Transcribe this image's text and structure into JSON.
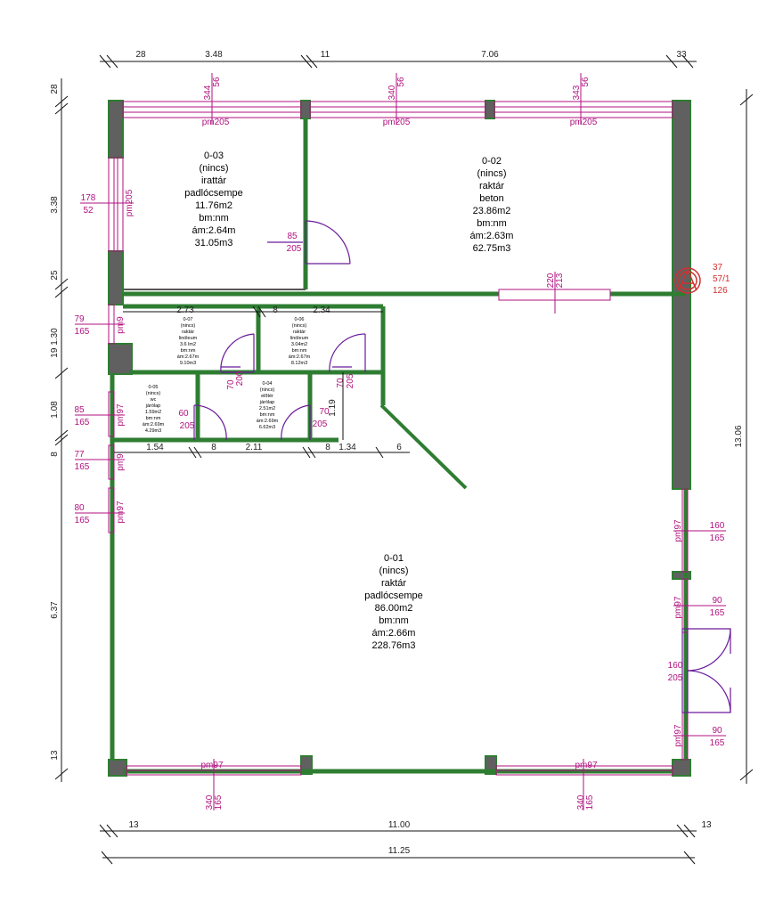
{
  "dims": {
    "top": [
      "28",
      "3.48",
      "11",
      "7.06",
      "33"
    ],
    "bottom_inner": [
      "13",
      "11.00",
      "13"
    ],
    "bottom_total": "11.25",
    "left": [
      "28",
      "3.38",
      "25",
      "19 1.30",
      "1.08",
      "8",
      "6.37",
      "13"
    ],
    "right": "13.06",
    "inner_row1": [
      "2.73",
      "8",
      "2.34"
    ],
    "inner_row2": [
      "1.54",
      "8",
      "2.11",
      "8",
      "1.34",
      "6"
    ],
    "door_side": "1.19"
  },
  "rooms": [
    {
      "id": "0-03",
      "lines": [
        "0-03",
        "(nincs)",
        "irattár",
        "padlócsempe",
        "11.76m2",
        "bm:nm",
        "ám:2.64m",
        "31.05m3"
      ]
    },
    {
      "id": "0-02",
      "lines": [
        "0-02",
        "(nincs)",
        "raktár",
        "beton",
        "23.86m2",
        "bm:nm",
        "ám:2.63m",
        "62.75m3"
      ]
    },
    {
      "id": "0-07",
      "lines": [
        "0-07",
        "(nincs)",
        "raktár",
        "linóleum",
        "3.6 lm2",
        "bm:nm",
        "ám:2.67m",
        "9.10m3"
      ]
    },
    {
      "id": "0-06",
      "lines": [
        "0-06",
        "(nincs)",
        "raktár",
        "linóleum",
        "3.04m2",
        "bm:nm",
        "ám:2.67m",
        "8.12m3"
      ]
    },
    {
      "id": "0-05",
      "lines": [
        "0-05",
        "(nincs)",
        "wc",
        "járólap",
        "1.59m2",
        "bm:nm",
        "ám:2.69m",
        "4.29m3"
      ]
    },
    {
      "id": "0-04",
      "lines": [
        "0-04",
        "(nincs)",
        "előtér",
        "járólap",
        "2.51m2",
        "bm:nm",
        "ám:2.69m",
        "6.62m3"
      ]
    },
    {
      "id": "0-01",
      "lines": [
        "0-01",
        "(nincs)",
        "raktár",
        "padlócsempe",
        "86.00m2",
        "bm:nm",
        "ám:2.66m",
        "228.76m3"
      ]
    }
  ],
  "windows": {
    "top": [
      {
        "w": "344",
        "h": "56",
        "pm": "pm205"
      },
      {
        "w": "340",
        "h": "56",
        "pm": "pm205"
      },
      {
        "w": "343",
        "h": "56",
        "pm": "pm205"
      }
    ],
    "left": [
      {
        "w": "178",
        "h": "52",
        "pm": "pm205"
      },
      {
        "w": "79",
        "h": "165",
        "pm": "pm9"
      },
      {
        "w": "85",
        "h": "165",
        "pm": "pm97"
      },
      {
        "w": "77",
        "h": "165",
        "pm": "pm9"
      },
      {
        "w": "80",
        "h": "165",
        "pm": "pm97"
      }
    ],
    "right": [
      {
        "w": "160",
        "h": "165",
        "pm": "pm97"
      },
      {
        "w": "90",
        "h": "165",
        "pm": "pm97"
      },
      {
        "w": "90",
        "h": "165",
        "pm": "pm97"
      }
    ],
    "bottom": [
      {
        "w": "340",
        "h": "165",
        "pm": "pm97"
      },
      {
        "w": "340",
        "h": "165",
        "pm": "pm97"
      }
    ]
  },
  "doors": [
    {
      "w": "85",
      "h": "205"
    },
    {
      "w": "220",
      "h": "213"
    },
    {
      "w": "70",
      "h": "200"
    },
    {
      "w": "70",
      "h": "205"
    },
    {
      "w": "60",
      "h": "205"
    },
    {
      "w": "70",
      "h": "205"
    },
    {
      "w": "160",
      "h": "205"
    }
  ],
  "chimney": [
    "37",
    "57/1",
    "126"
  ],
  "colors": {
    "wall": "#606060",
    "wall_edge": "#2e7d32",
    "magenta": "#b0127f",
    "door": "#6a1b9a",
    "chimney": "#d32f2f"
  }
}
